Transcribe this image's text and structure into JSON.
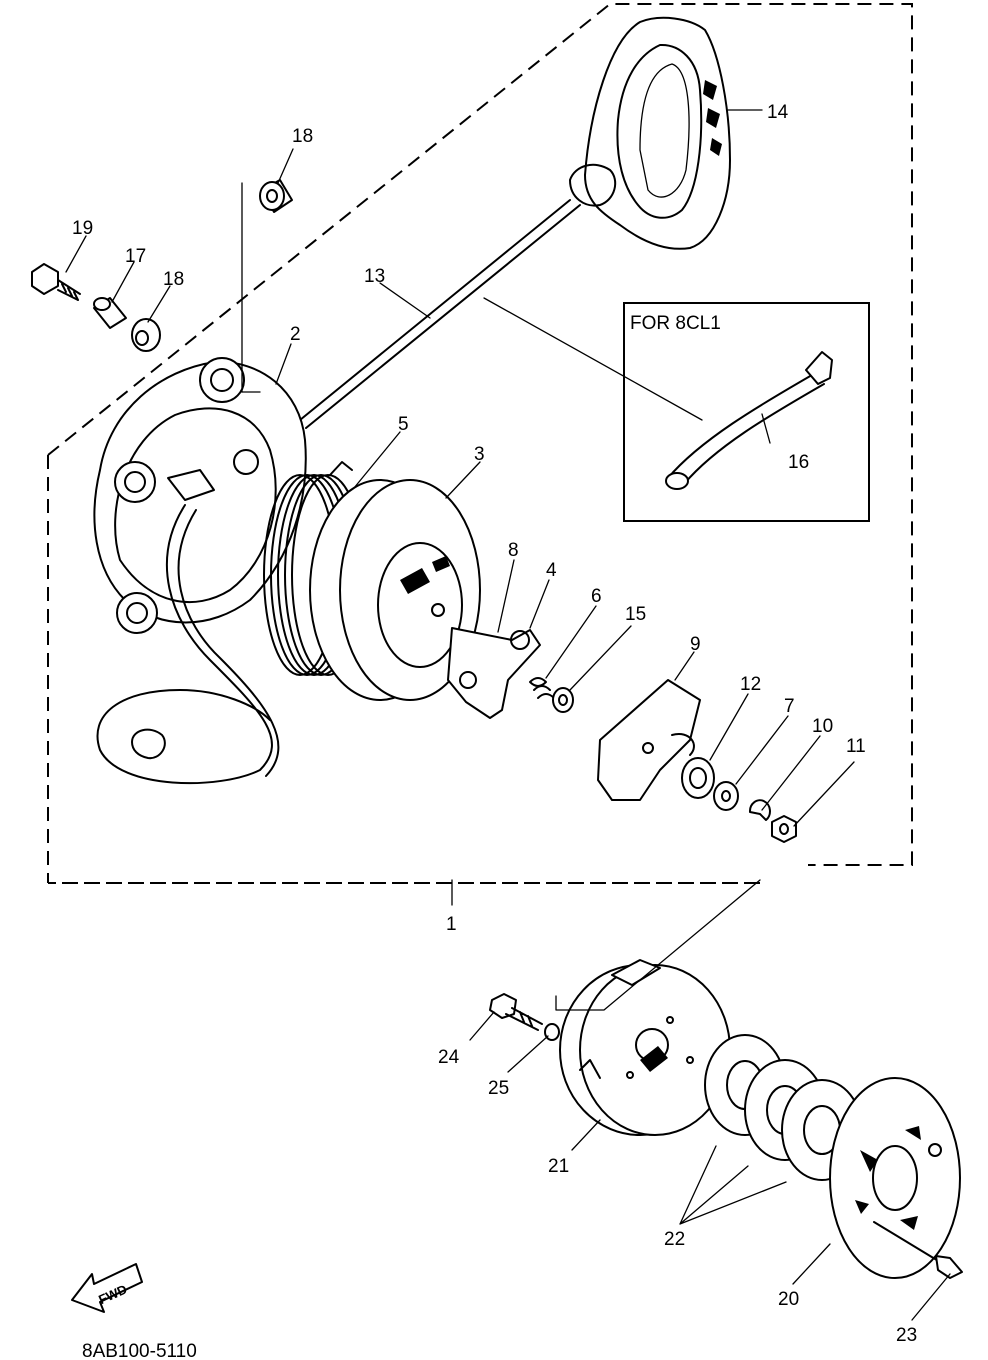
{
  "callouts": {
    "n1": "1",
    "n2": "2",
    "n3": "3",
    "n4": "4",
    "n5": "5",
    "n6": "6",
    "n7": "7",
    "n8": "8",
    "n9": "9",
    "n10": "10",
    "n11": "11",
    "n12": "12",
    "n13": "13",
    "n14": "14",
    "n15": "15",
    "n16": "16",
    "n17": "17",
    "n18a": "18",
    "n18b": "18",
    "n19": "19",
    "n20": "20",
    "n21": "21",
    "n22": "22",
    "n23": "23",
    "n24": "24",
    "n25": "25"
  },
  "variant_box": {
    "label": "FOR 8CL1"
  },
  "direction_arrow": {
    "label": "FWD"
  },
  "drawing_code": "8AB100-5110"
}
